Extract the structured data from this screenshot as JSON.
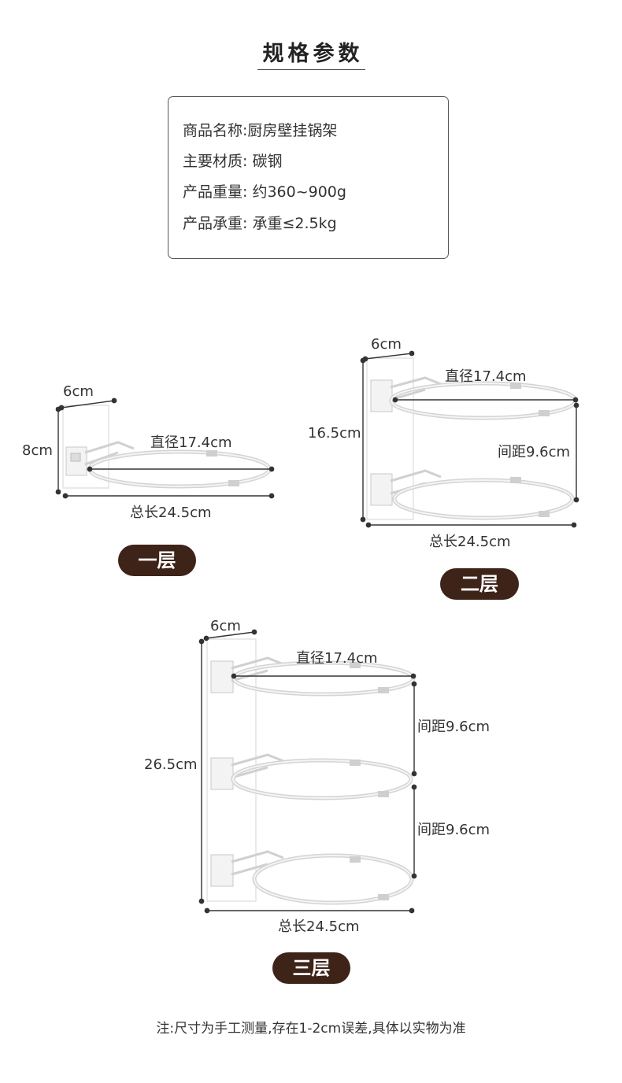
{
  "title": "规格参数",
  "specs": [
    "商品名称:厨房壁挂锅架",
    "主要材质:  碳钢",
    "产品重量:  约360~900g",
    "产品承重:  承重≤2.5kg"
  ],
  "variants": {
    "one_layer": {
      "badge": "一层",
      "width": "6cm",
      "height": "8cm",
      "diameter": "直径17.4cm",
      "length": "总长24.5cm"
    },
    "two_layer": {
      "badge": "二层",
      "width": "6cm",
      "height": "16.5cm",
      "diameter": "直径17.4cm",
      "spacing": "间距9.6cm",
      "length": "总长24.5cm"
    },
    "three_layer": {
      "badge": "三层",
      "width": "6cm",
      "height": "26.5cm",
      "diameter": "直径17.4cm",
      "spacing_1": "间距9.6cm",
      "spacing_2": "间距9.6cm",
      "length": "总长24.5cm"
    }
  },
  "note": "注:尺寸为手工测量,存在1-2cm误差,具体以实物为准",
  "colors": {
    "badge_bg": "#3e2319",
    "text": "#333333",
    "line": "#333333",
    "rack": "#e8e8e8"
  }
}
